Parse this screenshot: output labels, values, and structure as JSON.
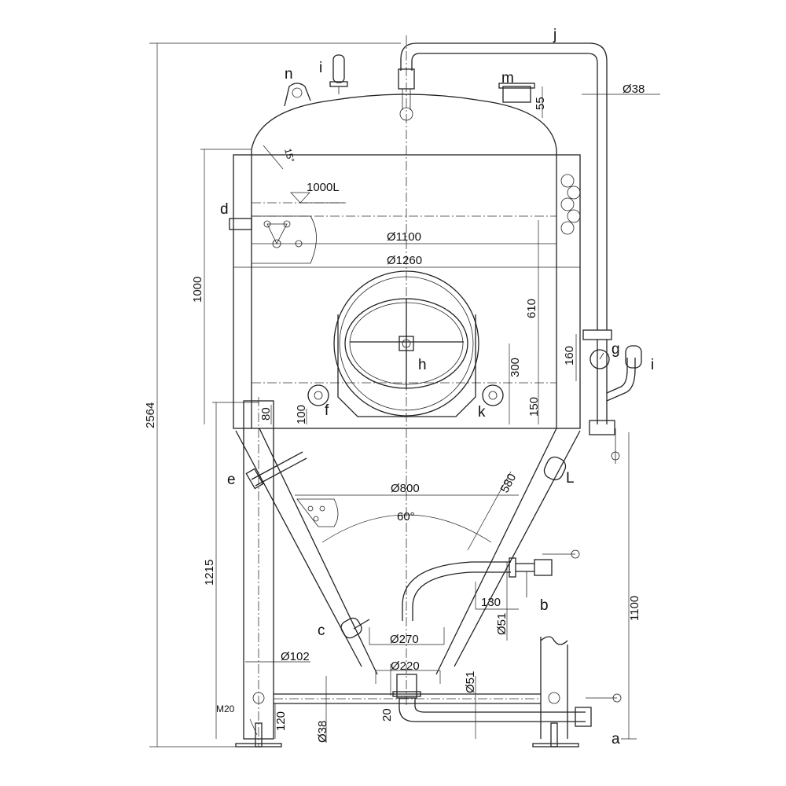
{
  "labels": {
    "a": "a",
    "b": "b",
    "c": "c",
    "d": "d",
    "e": "e",
    "f": "f",
    "g": "g",
    "h": "h",
    "i1": "i",
    "i2": "i",
    "j": "j",
    "k": "k",
    "L": "L",
    "m": "m",
    "n": "n"
  },
  "dimensions": {
    "total_height": "2564",
    "cylinder_height": "1000",
    "leg_height": "1215",
    "outlet_height": "1100",
    "d610": "610",
    "d300": "300",
    "d150": "150",
    "d160": "160",
    "d100": "100",
    "d80": "80",
    "d55": "55",
    "d580": "580",
    "d130": "130",
    "d120": "120",
    "d20": "20",
    "dia1100": "Ø1100",
    "dia1260": "Ø1260",
    "dia800": "Ø800",
    "dia270": "Ø270",
    "dia220": "Ø220",
    "dia102": "Ø102",
    "dia38_pipe": "Ø38",
    "dia38_bar": "Ø38",
    "dia51_b": "Ø51",
    "dia51_a": "Ø51",
    "angle_cone": "60°",
    "angle_top": "15°",
    "thread": "M20",
    "volume": "1000L"
  }
}
